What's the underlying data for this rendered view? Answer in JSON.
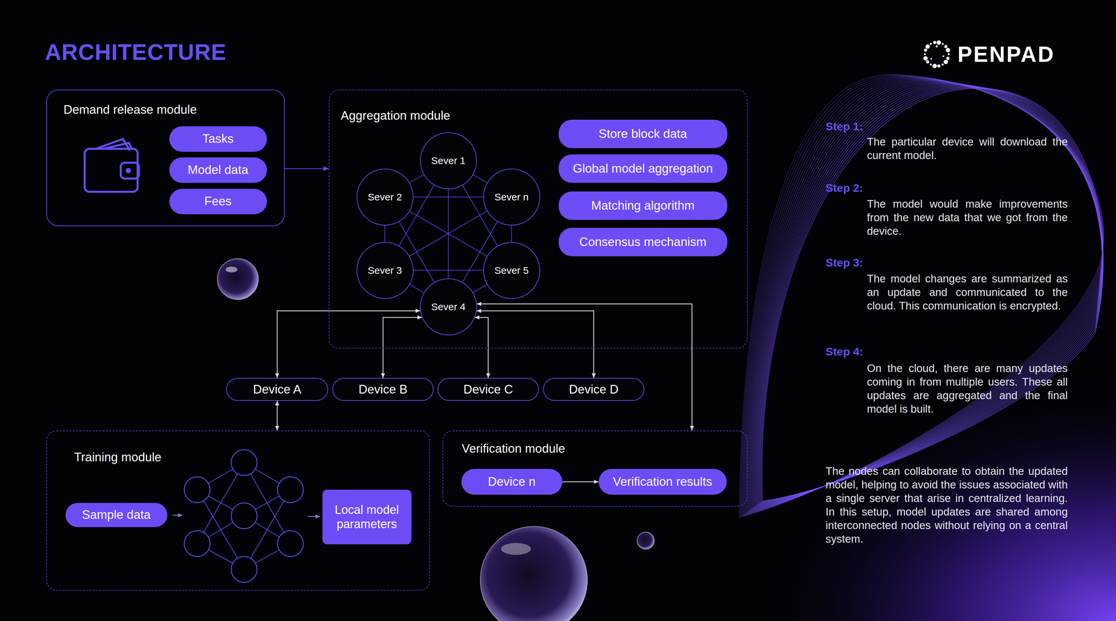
{
  "diagram": {
    "title": "ARCHITECTURE",
    "nodes": [
      {
        "text": [
          "Demand release module"
        ]
      },
      {
        "text": [
          "Tasks"
        ],
        "in": 0
      },
      {
        "text": [
          "Model data"
        ],
        "in": 0
      },
      {
        "text": [
          "Fees"
        ],
        "in": 0
      },
      {
        "text": [
          "Aggregation module"
        ]
      },
      {
        "text": [
          "Sever 1"
        ],
        "in": 4
      },
      {
        "text": [
          "Sever 2"
        ],
        "in": 4
      },
      {
        "text": [
          "Sever n"
        ],
        "in": 4
      },
      {
        "text": [
          "Sever 3"
        ],
        "in": 4
      },
      {
        "text": [
          "Sever 5"
        ],
        "in": 4
      },
      {
        "text": [
          "Sever 4"
        ],
        "in": 4
      },
      {
        "text": [
          "Store block data"
        ],
        "in": 4
      },
      {
        "text": [
          "Global model aggregation"
        ],
        "in": 4
      },
      {
        "text": [
          "Matching algorithm"
        ],
        "in": 4
      },
      {
        "text": [
          "Consensus mechanism"
        ],
        "in": 4
      },
      {
        "text": [
          "Device A"
        ]
      },
      {
        "text": [
          "Device B"
        ]
      },
      {
        "text": [
          "Device C"
        ]
      },
      {
        "text": [
          "Device D"
        ]
      },
      {
        "text": [
          "Training module"
        ]
      },
      {
        "text": [
          "Sample data"
        ],
        "in": 19
      },
      {
        "text": [
          "Local model parameters"
        ],
        "in": 19
      },
      {
        "text": [
          "Verification module"
        ]
      },
      {
        "text": [
          "Device n"
        ],
        "in": 22
      },
      {
        "text": [
          "Verification results"
        ],
        "in": 22
      }
    ],
    "edges": [
      {
        "from": 0,
        "to": 4,
        "arrow": "to"
      },
      {
        "from": 5,
        "to": 7,
        "arrow": "none"
      },
      {
        "from": 7,
        "to": 9,
        "arrow": "none"
      },
      {
        "from": 9,
        "to": 10,
        "arrow": "none"
      },
      {
        "from": 10,
        "to": 8,
        "arrow": "none"
      },
      {
        "from": 8,
        "to": 6,
        "arrow": "none"
      },
      {
        "from": 6,
        "to": 5,
        "arrow": "none"
      },
      {
        "from": 5,
        "to": 10,
        "arrow": "none"
      },
      {
        "from": 6,
        "to": 9,
        "arrow": "none"
      },
      {
        "from": 7,
        "to": 8,
        "arrow": "none"
      },
      {
        "from": 5,
        "to": 8,
        "arrow": "none"
      },
      {
        "from": 5,
        "to": 9,
        "arrow": "none"
      },
      {
        "from": 6,
        "to": 10,
        "arrow": "none"
      },
      {
        "from": 7,
        "to": 10,
        "arrow": "none"
      },
      {
        "from": 6,
        "to": 7,
        "arrow": "none"
      },
      {
        "from": 8,
        "to": 9,
        "arrow": "none"
      },
      {
        "from": 15,
        "to": 10,
        "arrow": "both"
      },
      {
        "from": 16,
        "to": 10,
        "arrow": "both"
      },
      {
        "from": 17,
        "to": 10,
        "arrow": "both"
      },
      {
        "from": 18,
        "to": 10,
        "arrow": "both"
      },
      {
        "from": 10,
        "to": 22,
        "arrow": "both"
      },
      {
        "from": 15,
        "to": 19,
        "arrow": "both"
      },
      {
        "from": 23,
        "to": 24,
        "arrow": "to"
      }
    ],
    "labels": [
      "PENPAD",
      "Step 1:",
      "The particular device will download the current model.",
      "Step 2:",
      "The model would make improvements from the new data that we got from the device.",
      "Step 3:",
      "The model changes are summarized as an update and communicated to the cloud. This communication is encrypted.",
      "Step 4:",
      "On the cloud, there are many updates coming in from multiple users. These all updates are aggregated and the final model is built.",
      "The nodes can collaborate to obtain the updated model, helping to avoid the issues associated with a single server that arise in centralized learning. In this setup, model updates are shared among interconnected nodes without relying on a central system."
    ]
  }
}
